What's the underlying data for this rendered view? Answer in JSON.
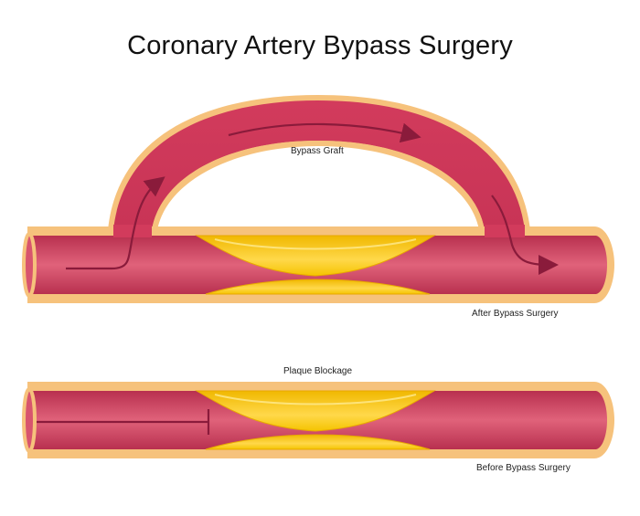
{
  "title": "Coronary Artery Bypass Surgery",
  "labels": {
    "bypass_graft": "Bypass Graft",
    "after": "After Bypass Surgery",
    "plaque": "Plaque Blockage",
    "before": "Before Bypass Surgery"
  },
  "colors": {
    "outer_wall": "#f6c27c",
    "inner_wall": "#e8c28a",
    "vessel": "#d23b5c",
    "vessel_dark": "#b52a4b",
    "vessel_light": "#e0607a",
    "plaque": "#f5c400",
    "plaque_light": "#ffe270",
    "arrow": "#8a1b3b"
  }
}
